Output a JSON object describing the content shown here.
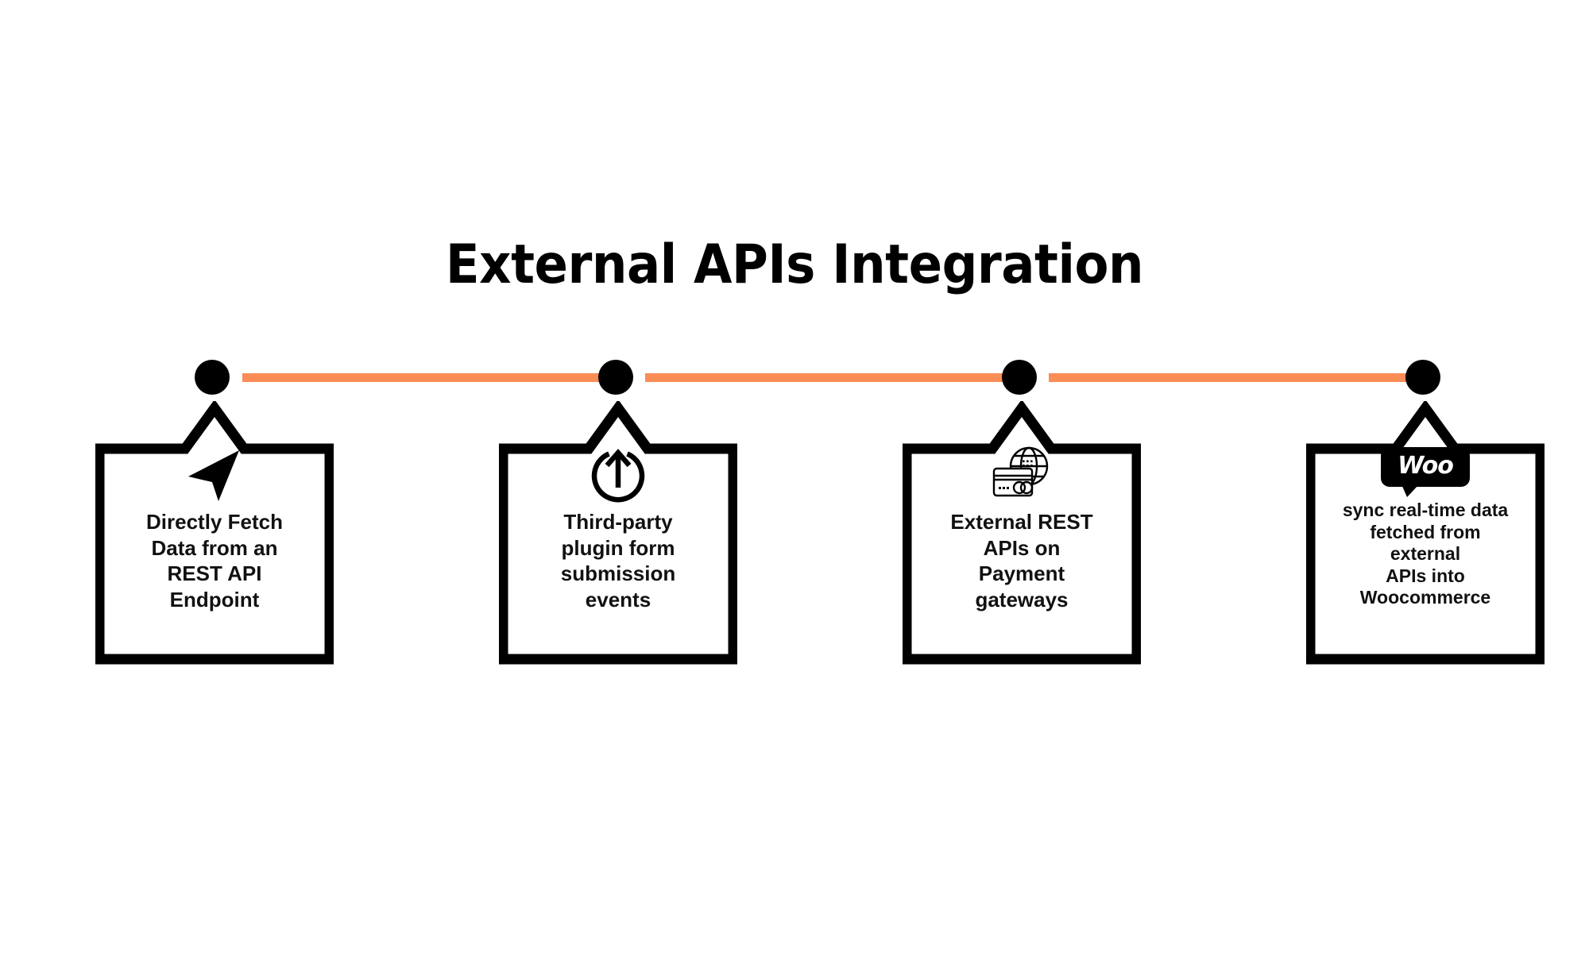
{
  "page": {
    "title": "External APIs Integration",
    "background_color": "#ffffff",
    "accent_color": "#fa8c56",
    "line_color": "#000000",
    "text_color": "#111111"
  },
  "timeline": {
    "dot_color": "#000000",
    "connector_color": "#fa8c56",
    "dot_count": 4,
    "connector_count": 3
  },
  "steps": [
    {
      "index": 1,
      "icon": "navigation-arrow-icon",
      "label": "Directly Fetch\nData from an\nREST API\nEndpoint"
    },
    {
      "index": 2,
      "icon": "upload-circle-icon",
      "label": "Third-party\nplugin form\nsubmission\nevents"
    },
    {
      "index": 3,
      "icon": "globe-credit-card-icon",
      "label": "External REST\nAPIs on\nPayment\ngateways"
    },
    {
      "index": 4,
      "icon": "woocommerce-logo-icon",
      "icon_text": "Woo",
      "label": "sync real-time data\nfetched from\nexternal\nAPIs into\nWoocommerce"
    }
  ]
}
